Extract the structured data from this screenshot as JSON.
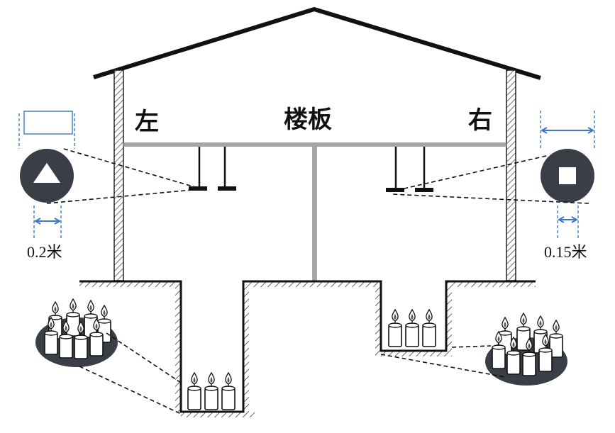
{
  "labels": {
    "left": "左",
    "floor": "楼板",
    "right": "右",
    "left_width": "0.2米",
    "right_width": "0.15米"
  },
  "colors": {
    "structure": "#111111",
    "floor_slab": "#a6a6a6",
    "wall_hatch": "#7f7f7f",
    "dimension": "#3c78c8",
    "disk": "#3a3e46",
    "candle_body": "#ffffff"
  },
  "icons": {
    "left_hole_shape": "triangle-icon",
    "right_hole_shape": "square-icon"
  }
}
